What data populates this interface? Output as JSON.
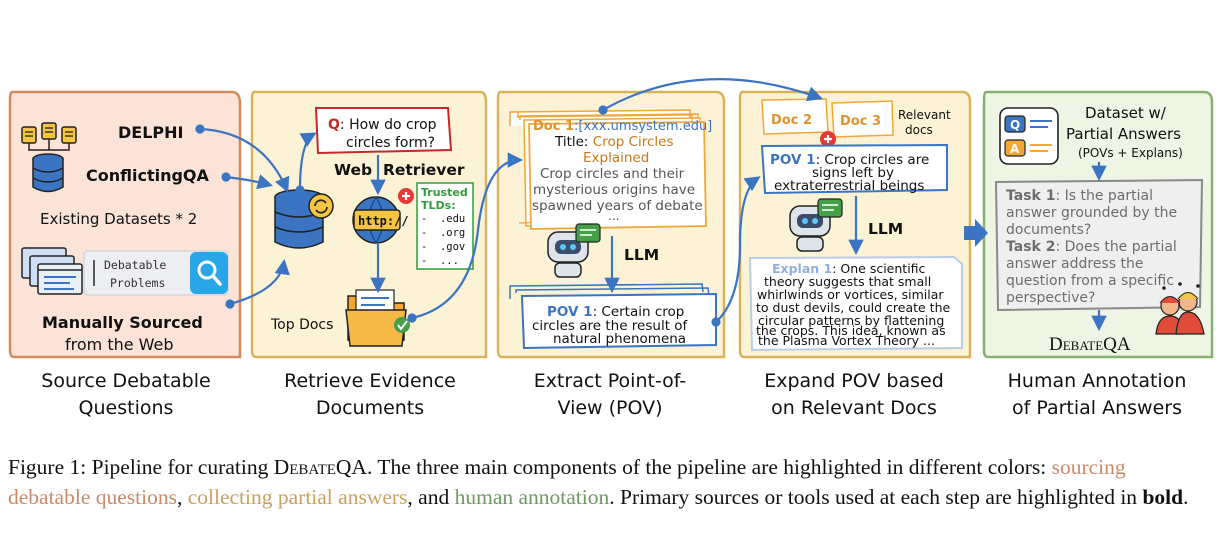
{
  "stages": [
    {
      "title": "Source Debatable\nQuestions",
      "color": "#d48a5a",
      "fill": "#fbe4d7"
    },
    {
      "title": "Retrieve Evidence\nDocuments",
      "color": "#d9b25a",
      "fill": "#fcf3d7"
    },
    {
      "title": "Extract Point-of-\nView (POV)",
      "color": "#d9b25a",
      "fill": "#fcf3d7"
    },
    {
      "title": "Expand POV based\non Relevant Docs",
      "color": "#d9b25a",
      "fill": "#fcf3d7"
    },
    {
      "title": "Human Annotation\nof Partial Answers",
      "color": "#86b06f",
      "fill": "#eef5e4"
    }
  ],
  "panel1": {
    "delphi": "DELPHI",
    "conflictingqa": "ConflictingQA",
    "existing": "Existing Datasets * 2",
    "debatable_line1": "Debatable",
    "debatable_line2": "Problems",
    "manual_line1": "Manually Sourced",
    "manual_line2": "from the Web"
  },
  "panel2": {
    "q_prefix": "Q",
    "q_line1": ": How do crop",
    "q_line2": "circles form?",
    "web_retriever": "Web  Retriever",
    "http": "http://",
    "trusted_line1": "Trusted",
    "trusted_line2": "TLDs:",
    "tlds": [
      "-  .edu",
      "-  .org",
      "-  .gov",
      "-  ..."
    ],
    "top_docs": "Top Docs"
  },
  "panel3": {
    "doc_label": "Doc 1",
    "doc_url": ":[xxx.umsystem.edu]",
    "title_label": "Title: ",
    "title_value_line1": "Crop Circles",
    "title_value_line2": "Explained",
    "body_line1": "Crop circles and their",
    "body_line2": "mysterious origins have",
    "body_line3": "spawned years of debate",
    "body_line4": "...",
    "llm": "LLM",
    "pov_label": "POV 1",
    "pov_line1": ": Certain crop",
    "pov_line2": "circles are the result of",
    "pov_line3": "natural phenomena"
  },
  "panel4": {
    "doc2": "Doc 2",
    "doc3": "Doc 3",
    "relevant_line1": "Relevant",
    "relevant_line2": "docs",
    "pov_label": "POV 1",
    "pov_line1": ": Crop circles are",
    "pov_line2": "signs left by",
    "pov_line3": "extraterrestrial beings",
    "llm": "LLM",
    "explan_label": "Explan 1",
    "explan_line1": ": One scientific",
    "explan_line2": "theory suggests that small",
    "explan_line3": "whirlwinds or vortices, similar",
    "explan_line4": "to dust devils, could create the",
    "explan_line5": "circular patterns by flattening",
    "explan_line6": "the crops. This idea, known as",
    "explan_line7": "the Plasma Vortex Theory ..."
  },
  "panel5": {
    "dataset_line1": "Dataset w/",
    "dataset_line2": "Partial Answers",
    "dataset_line3": "(POVs + Explans)",
    "icon_q": "Q",
    "icon_a": "A",
    "task1_label": "Task 1",
    "task1_line1": ": Is the partial",
    "task1_line2": "answer grounded by the",
    "task1_line3": "documents?",
    "task2_label": "Task 2",
    "task2_line1": ": Does the partial",
    "task2_line2": "answer address the",
    "task2_line3": "question from a specific",
    "task2_line4": "perspective?",
    "result": "DebateQA"
  },
  "caption": {
    "p1": "Figure 1: Pipeline for curating ",
    "name": "DebateQA",
    "p2": ". The three main components of the pipeline are highlighted in different colors: ",
    "h1": "sourcing debatable questions",
    "sep1": ", ",
    "h2": "collecting partial answers",
    "sep2": ", and ",
    "h3": "human annotation",
    "p3": ". Primary sources or tools used at each step are highlighted in ",
    "bold": "bold",
    "p4": "."
  },
  "colors": {
    "blue": "#3a74c2",
    "red": "#c62828",
    "orange_text": "#c77a1a",
    "grey": "#6d6d6d"
  }
}
